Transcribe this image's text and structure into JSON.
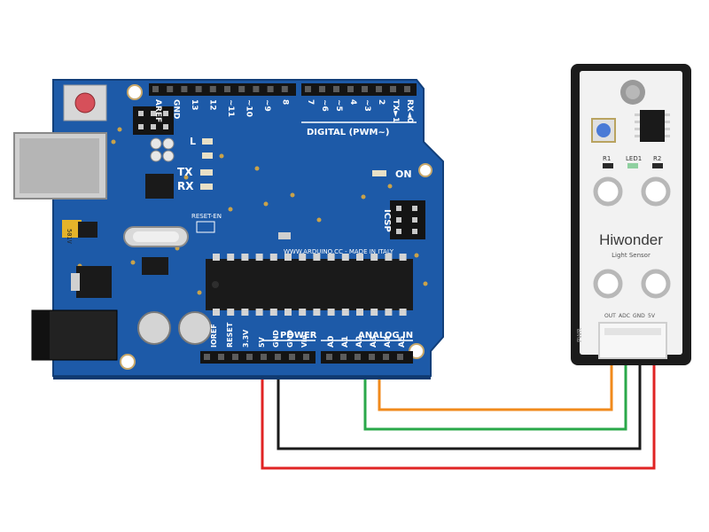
{
  "arduino": {
    "top_header_labels": [
      "AREF",
      "GND",
      "13",
      "12",
      "~11",
      "~10",
      "~9",
      "8",
      "7",
      "~6",
      "~5",
      "4",
      "~3",
      "2",
      "TX►1",
      "RX◄0"
    ],
    "digital_label": "DIGITAL (PWM~)",
    "led_l_label": "L",
    "tx_label": "TX",
    "rx_label": "RX",
    "on_label": "ON",
    "reset_en_label": "RESET-EN",
    "icsp_label": "ICSP",
    "made_in_label": "WWW.ARDUINO.CC - MADE IN ITALY",
    "regulator_label": "501V",
    "power_label": "POWER",
    "analog_label": "ANALOG IN",
    "power_pins": [
      "IOREF",
      "RESET",
      "3.3V",
      "5V",
      "GND",
      "GND",
      "Vin"
    ],
    "analog_pins": [
      "A0",
      "A1",
      "A2",
      "A3",
      "A4",
      "A5"
    ]
  },
  "sensor": {
    "brand": "Hiwonder",
    "name": "Light Sensor",
    "component_labels": [
      "R1",
      "LED1",
      "R2"
    ],
    "pin_labels": [
      "OUT",
      "ADC",
      "GND",
      "5V"
    ],
    "pwr_label": "PWR"
  },
  "wires": [
    {
      "from": "A3",
      "to": "OUT",
      "color": "#f08a1c"
    },
    {
      "from": "A2",
      "to": "ADC",
      "color": "#2aa84a"
    },
    {
      "from": "GND",
      "to": "GND",
      "color": "#1a1a1a"
    },
    {
      "from": "5V",
      "to": "5V",
      "color": "#e02424"
    }
  ],
  "colors": {
    "board": "#1d5aa8",
    "board_dark": "#123f7a",
    "header": "#141414",
    "sensor_frame": "#1b1b1b",
    "sensor_face": "#f2f2f2"
  }
}
